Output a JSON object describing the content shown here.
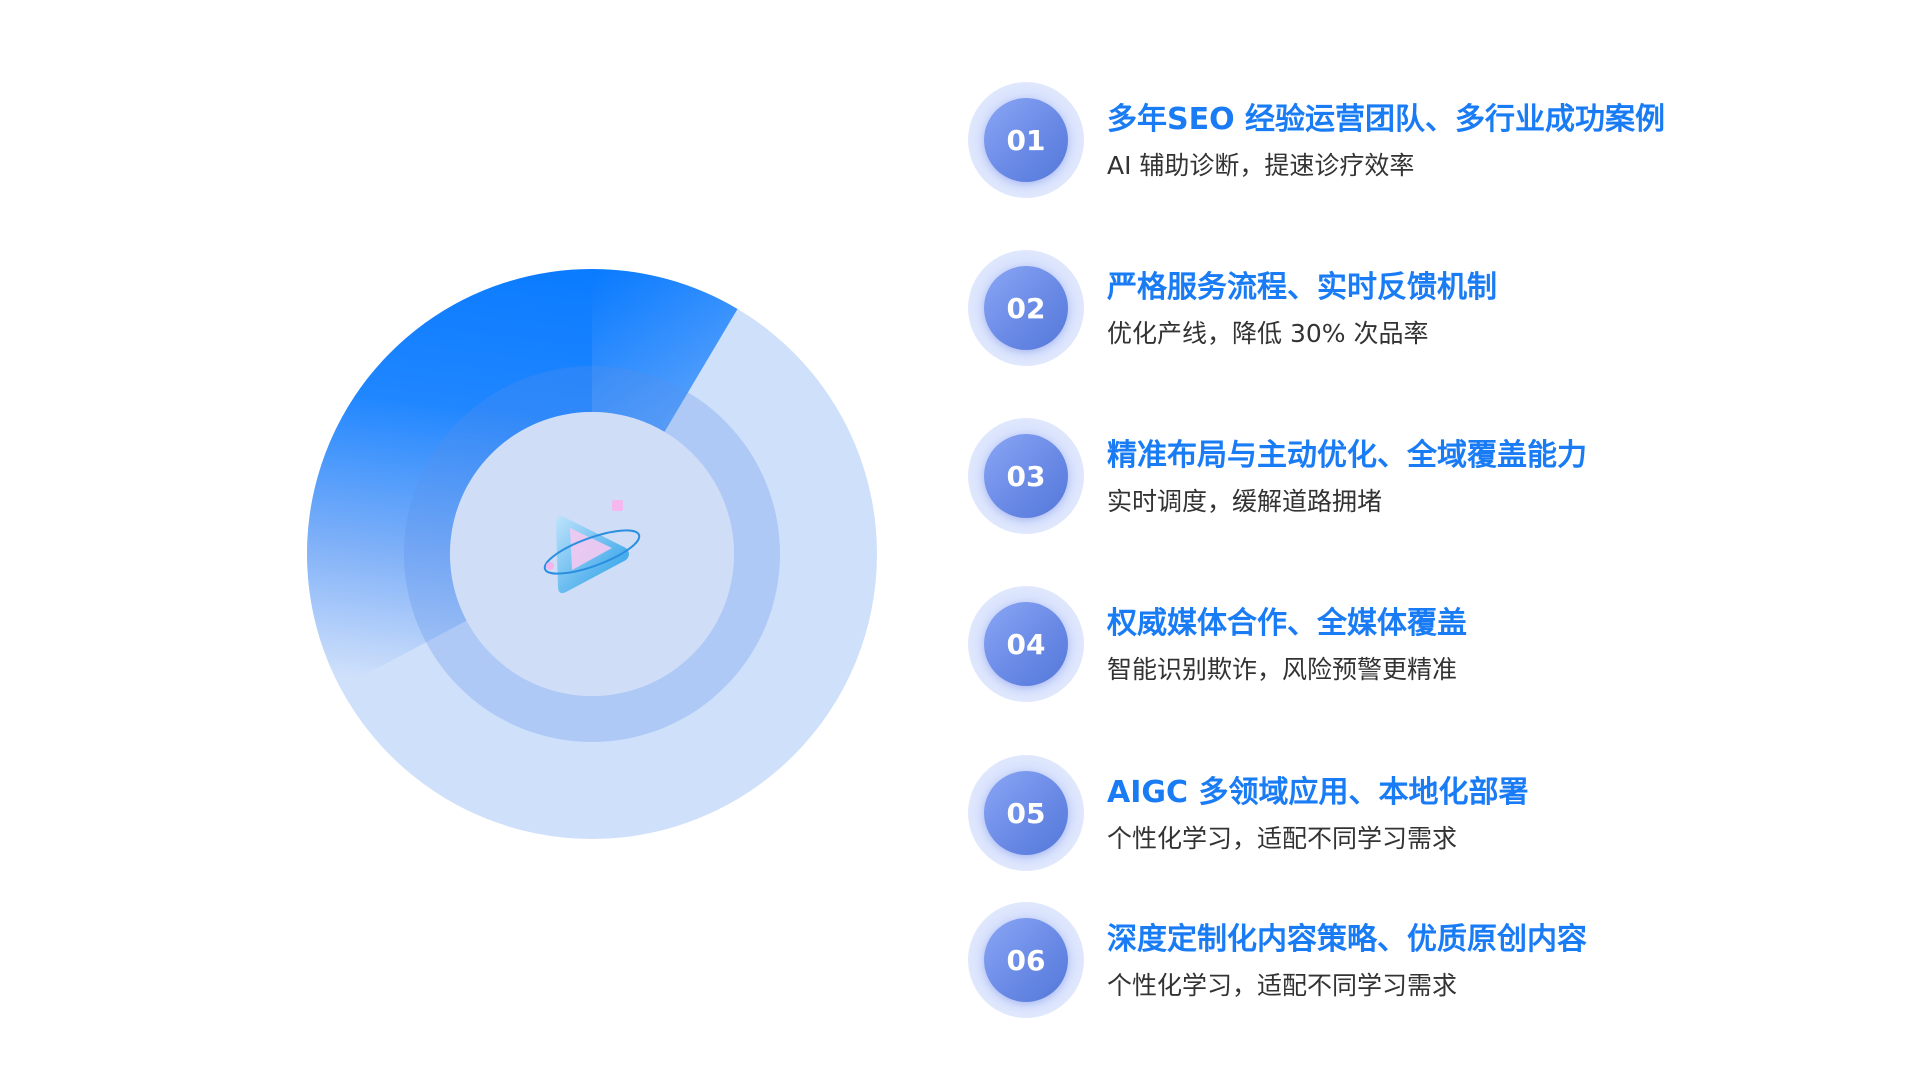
{
  "colors": {
    "accent": "#1a7cf5",
    "subtitle": "#333333",
    "ring_light": "#cfe0fb",
    "ring_mid": "#a8c6f8",
    "center_disc": "#cfddf7",
    "segment_blue": "#0a7bff"
  },
  "center_icon": "play-icon",
  "items": [
    {
      "number": "01",
      "title": "多年SEO 经验运营团队、多行业成功案例",
      "subtitle": "AI 辅助诊断，提速诊疗效率"
    },
    {
      "number": "02",
      "title": "严格服务流程、实时反馈机制",
      "subtitle": "优化产线，降低 30% 次品率"
    },
    {
      "number": "03",
      "title": "精准布局与主动优化、全域覆盖能力",
      "subtitle": "实时调度，缓解道路拥堵"
    },
    {
      "number": "04",
      "title": "权威媒体合作、全媒体覆盖",
      "subtitle": "智能识别欺诈，风险预警更精准"
    },
    {
      "number": "05",
      "title": "AIGC 多领域应用、本地化部署",
      "subtitle": "个性化学习，适配不同学习需求"
    },
    {
      "number": "06",
      "title": "深度定制化内容策略、优质原创内容",
      "subtitle": "个性化学习，适配不同学习需求"
    }
  ]
}
